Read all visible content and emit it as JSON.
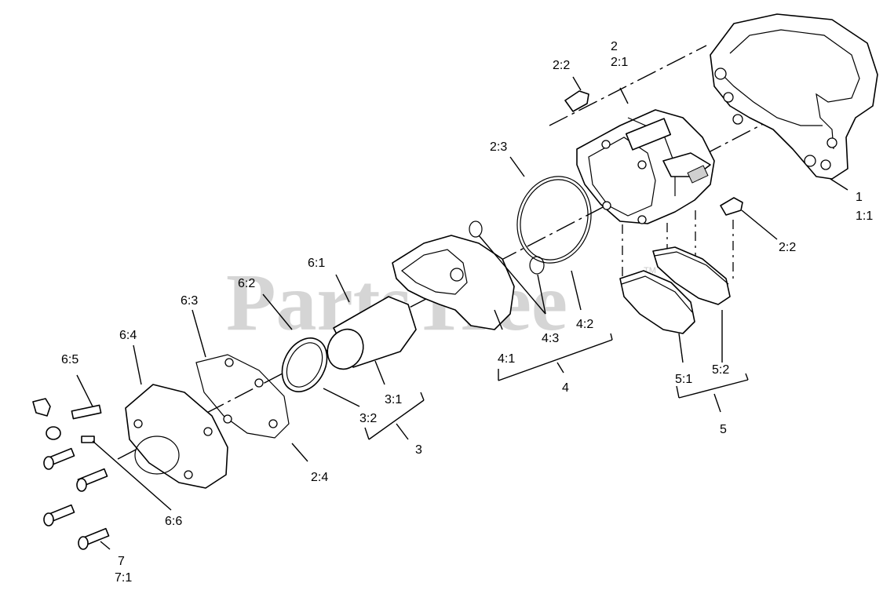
{
  "watermark": {
    "text": "PartsTree",
    "trademark": "TM",
    "color": "#c9c9c9"
  },
  "callouts": {
    "c1": "1",
    "c1_1": "1:1",
    "c2": "2",
    "c2_1": "2:1",
    "c2_2_top": "2:2",
    "c2_2_right": "2:2",
    "c2_3": "2:3",
    "c2_4": "2:4",
    "c3": "3",
    "c3_1": "3:1",
    "c3_2": "3:2",
    "c4": "4",
    "c4_1": "4:1",
    "c4_2": "4:2",
    "c4_3": "4:3",
    "c5": "5",
    "c5_1": "5:1",
    "c5_2": "5:2",
    "c6_1": "6:1",
    "c6_2": "6:2",
    "c6_3": "6:3",
    "c6_4": "6:4",
    "c6_5": "6:5",
    "c6_6": "6:6",
    "c7": "7",
    "c7_1": "7:1"
  }
}
